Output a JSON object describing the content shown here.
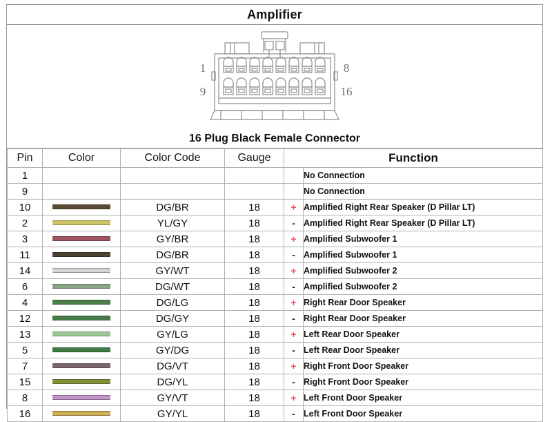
{
  "header": {
    "title": "Amplifier"
  },
  "connector": {
    "caption": "16 Plug Black Female Connector",
    "label_top_left": "1",
    "label_top_right": "8",
    "label_bottom_left": "9",
    "label_bottom_right": "16",
    "top_row_pins": 8,
    "bottom_row_pins": 8
  },
  "table": {
    "columns": [
      "Pin",
      "Color",
      "Color Code",
      "Gauge",
      "Function"
    ],
    "rows": [
      {
        "pin": "1",
        "wire_color": "",
        "color_code": "",
        "gauge": "",
        "polarity": "",
        "function": "No Connection"
      },
      {
        "pin": "9",
        "wire_color": "",
        "color_code": "",
        "gauge": "",
        "polarity": "",
        "function": "No Connection"
      },
      {
        "pin": "10",
        "wire_color": "#5b4a33",
        "color_code": "DG/BR",
        "gauge": "18",
        "polarity": "+",
        "function": "Amplified Right Rear Speaker (D Pillar LT)"
      },
      {
        "pin": "2",
        "wire_color": "#cfc566",
        "color_code": "YL/GY",
        "gauge": "18",
        "polarity": "-",
        "function": "Amplified Right Rear Speaker (D Pillar LT)"
      },
      {
        "pin": "3",
        "wire_color": "#9e5561",
        "color_code": "GY/BR",
        "gauge": "18",
        "polarity": "+",
        "function": "Amplified Subwoofer 1"
      },
      {
        "pin": "11",
        "wire_color": "#4c4330",
        "color_code": "DG/BR",
        "gauge": "18",
        "polarity": "-",
        "function": "Amplified Subwoofer 1"
      },
      {
        "pin": "14",
        "wire_color": "#d2d4d2",
        "color_code": "GY/WT",
        "gauge": "18",
        "polarity": "+",
        "function": "Amplified Subwoofer 2"
      },
      {
        "pin": "6",
        "wire_color": "#8aa585",
        "color_code": "DG/WT",
        "gauge": "18",
        "polarity": "-",
        "function": "Amplified Subwoofer 2"
      },
      {
        "pin": "4",
        "wire_color": "#4a8048",
        "color_code": "DG/LG",
        "gauge": "18",
        "polarity": "+",
        "function": "Right Rear Door Speaker"
      },
      {
        "pin": "12",
        "wire_color": "#467a47",
        "color_code": "DG/GY",
        "gauge": "18",
        "polarity": "-",
        "function": "Right Rear Door Speaker"
      },
      {
        "pin": "13",
        "wire_color": "#9cc795",
        "color_code": "GY/LG",
        "gauge": "18",
        "polarity": "+",
        "function": "Left Rear Door Speaker"
      },
      {
        "pin": "5",
        "wire_color": "#3f7a42",
        "color_code": "GY/DG",
        "gauge": "18",
        "polarity": "-",
        "function": "Left Rear Door Speaker"
      },
      {
        "pin": "7",
        "wire_color": "#7b6670",
        "color_code": "DG/VT",
        "gauge": "18",
        "polarity": "+",
        "function": "Right Front  Door Speaker"
      },
      {
        "pin": "15",
        "wire_color": "#7f9238",
        "color_code": "DG/YL",
        "gauge": "18",
        "polarity": "-",
        "function": "Right Front  Door Speaker"
      },
      {
        "pin": "8",
        "wire_color": "#c295c8",
        "color_code": "GY/VT",
        "gauge": "18",
        "polarity": "+",
        "function": "Left Front  Door Speaker"
      },
      {
        "pin": "16",
        "wire_color": "#cfae55",
        "color_code": "GY/YL",
        "gauge": "18",
        "polarity": "-",
        "function": "Left Front  Door Speaker"
      }
    ]
  },
  "colors": {
    "border": "#9a9a9a",
    "grid": "#b0b0b0",
    "text": "#111111",
    "plus": "#e0565e",
    "minus": "#1a1a1a",
    "line_art": "#8d8d8d"
  }
}
